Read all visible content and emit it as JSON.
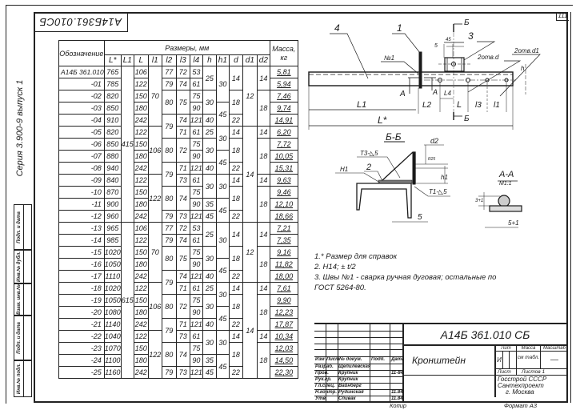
{
  "document": {
    "code_mirrored": "А14Б361.010СБ",
    "page_number": "111",
    "series": "Серия 3.900-9   выпуск 1"
  },
  "stamp_column": [
    "Подп. и дата",
    "Инв.№ дубл.",
    "Взам. инв.№",
    "Подп. и дата",
    "Инв.№ подл."
  ],
  "table": {
    "header_designation": "Обозначение",
    "header_dimensions": "Размеры, мм",
    "header_mass": "Масса, кг",
    "columns": [
      {
        "key": "Lstar",
        "header": "L*",
        "values": [
          "765",
          "785",
          "820",
          "850",
          "910",
          "820",
          "850",
          "880",
          "940",
          "840",
          "870",
          "900",
          "960",
          "965",
          "985",
          "1020",
          "1050",
          "1110",
          "1020",
          "1050",
          "1080",
          "1140",
          "1040",
          "1070",
          "1100",
          "1160"
        ]
      },
      {
        "key": "L1",
        "header": "L1",
        "values": [
          "415",
          null,
          null,
          null,
          null,
          null,
          null,
          null,
          null,
          null,
          null,
          null,
          null,
          "615",
          null,
          null,
          null,
          null,
          null,
          null,
          null,
          null,
          null,
          null,
          null,
          null
        ]
      },
      {
        "key": "L",
        "header": "L",
        "values": [
          "106",
          "122",
          "150",
          "180",
          "242",
          "122",
          "150",
          "180",
          "242",
          "122",
          "150",
          "180",
          "242",
          "106",
          "122",
          "150",
          "180",
          "242",
          "122",
          "150",
          "180",
          "242",
          "122",
          "150",
          "180",
          "242"
        ]
      },
      {
        "key": "l1",
        "header": "l1",
        "values": [
          "70",
          null,
          null,
          null,
          null,
          "106",
          null,
          null,
          null,
          "122",
          null,
          null,
          null,
          "70",
          null,
          null,
          null,
          null,
          "106",
          null,
          null,
          null,
          "122",
          null,
          null,
          null
        ]
      },
      {
        "key": "l2",
        "header": "l2",
        "values": [
          "77",
          "79",
          "80",
          null,
          "79",
          null,
          "80",
          null,
          "79",
          null,
          "80",
          null,
          "79",
          "77",
          "79",
          "80",
          null,
          "79",
          null,
          "80",
          null,
          "79",
          null,
          "80",
          null,
          "79"
        ]
      },
      {
        "key": "l3",
        "header": "l3",
        "values": [
          "72",
          "74",
          "75",
          null,
          "74",
          "71",
          "72",
          null,
          "71",
          "73",
          "74",
          null,
          "73",
          "72",
          "74",
          "75",
          null,
          "74",
          "71",
          "72",
          null,
          "71",
          "73",
          "74",
          null,
          "73"
        ]
      },
      {
        "key": "l4",
        "header": "l4",
        "values": [
          "53",
          "61",
          "75",
          "90",
          "121",
          "61",
          "75",
          "90",
          "121",
          "61",
          "75",
          "90",
          "121",
          "53",
          "61",
          "75",
          "90",
          "121",
          "61",
          "75",
          "90",
          "121",
          "61",
          "75",
          "90",
          "121"
        ]
      },
      {
        "key": "h",
        "header": "h",
        "values": [
          "25",
          null,
          "30",
          null,
          "40",
          "25",
          "30",
          null,
          "40",
          "30",
          null,
          "35",
          "45",
          "25",
          null,
          "30",
          null,
          "40",
          "25",
          "30",
          null,
          "40",
          "30",
          null,
          "35",
          "45"
        ]
      },
      {
        "key": "h1",
        "header": "h1",
        "values": [
          "30",
          null,
          null,
          "45",
          null,
          "30",
          null,
          "45",
          null,
          "30",
          null,
          "45",
          null,
          "30",
          null,
          null,
          "45",
          null,
          "30",
          null,
          "45",
          null,
          "30",
          null,
          "45",
          null
        ]
      },
      {
        "key": "d",
        "header": "d",
        "values": [
          "14",
          null,
          "18",
          null,
          "22",
          "14",
          "18",
          null,
          "22",
          "14",
          "18",
          null,
          "22",
          "14",
          null,
          "18",
          null,
          "22",
          "14",
          "18",
          null,
          "22",
          "14",
          "18",
          null,
          "22"
        ]
      },
      {
        "key": "d1",
        "header": "d1",
        "values": [
          "12",
          null,
          null,
          null,
          null,
          "14",
          null,
          null,
          null,
          null,
          null,
          null,
          null,
          "12",
          null,
          null,
          null,
          null,
          "14",
          null,
          null,
          null,
          null,
          null,
          null,
          null
        ]
      },
      {
        "key": "d2",
        "header": "d2",
        "values": [
          "14",
          null,
          "18",
          null,
          null,
          "14",
          "18",
          null,
          null,
          "14",
          "18",
          null,
          null,
          "14",
          null,
          "18",
          null,
          null,
          "14",
          "18",
          null,
          null,
          "14",
          "18",
          null,
          null
        ]
      }
    ],
    "designations": [
      "А14Б 361.010",
      "-01",
      "-02",
      "-03",
      "-04",
      "-05",
      "-06",
      "-07",
      "-08",
      "-09",
      "-10",
      "-11",
      "-12",
      "-13",
      "-14",
      "-15",
      "-16",
      "-17",
      "-18",
      "-19",
      "-20",
      "-21",
      "-22",
      "-23",
      "-24",
      "-25"
    ],
    "mass": [
      "5,81",
      "5,94",
      "7,46",
      "9,74",
      "14,91",
      "6,20",
      "7,72",
      "10,05",
      "15,31",
      "9,63",
      "9,46",
      "12,10",
      "18,66",
      "7,21",
      "7,35",
      "9,16",
      "11,82",
      "18,00",
      "7,61",
      "9,90",
      "12,23",
      "17,87",
      "10,34",
      "12,03",
      "14,50",
      "22,30"
    ]
  },
  "drawing": {
    "callouts": {
      "c4": "4",
      "c1": "1",
      "c3": "3",
      "weld": "№1",
      "s5": "5",
      "s45": "45",
      "holes_d": "2отв.d",
      "holes_d1": "2отв.d1",
      "h": "h"
    },
    "dims": {
      "L1": "L1",
      "L2": "L2",
      "L4": "L4",
      "L": "L",
      "l3": "l3",
      "l1": "l1",
      "Lstar": "L*",
      "A": "A",
      "B": "Б"
    },
    "section_bb": {
      "title": "Б-Б",
      "t3": "Т3-◺5",
      "part2": "2",
      "h1_label": "Н1",
      "d2": "d2",
      "h1": "h1",
      "t1": "Т1-◺5",
      "dim5": "5",
      "r": "R25"
    },
    "section_aa": {
      "title": "А-А",
      "scale": "М1:1",
      "dim3": "3+1",
      "dim5": "5+1"
    }
  },
  "notes": [
    "1.* Размер для справок",
    "2. Н14; ± t/2",
    "3. Швы №1 - сварка ручная дуговая; остальные по",
    "ГОСТ 5264-80."
  ],
  "title_block": {
    "code": "А14Б 361.010 СБ",
    "name": "Кронштейн",
    "lit_header": "Лит",
    "mass_header": "Масса",
    "scale_header": "Масштаб",
    "lit_value": "И",
    "mass_value": "см табл.",
    "scale_value": "—",
    "sheet": "Лист",
    "sheets": "Листов 1",
    "org": [
      "Госстрой СССР",
      "Сантехпроект",
      "г. Москва"
    ],
    "grid_header": [
      "Изм",
      "Лист",
      "№ докум.",
      "Подп.",
      "Дата"
    ],
    "signers": [
      {
        "role": "Разраб.",
        "name": "Щепилевская",
        "date": ""
      },
      {
        "role": "Пров.",
        "name": "Крупник",
        "date": "11-84"
      },
      {
        "role": "Рук.гр.",
        "name": "Крупник",
        "date": ""
      },
      {
        "role": "Гл.спец.",
        "name": "Вайнберг",
        "date": ""
      },
      {
        "role": "Н.контр.",
        "name": "Рудинская",
        "date": "11.84"
      },
      {
        "role": "Утв.",
        "name": "Спивак",
        "date": "11.84"
      }
    ],
    "copied": "Копир",
    "format": "Формат А3"
  }
}
